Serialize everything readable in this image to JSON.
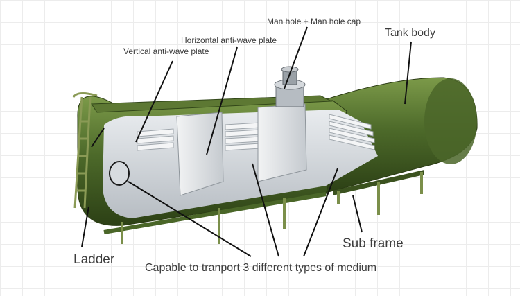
{
  "labels": {
    "manhole": "Man hole + Man hole cap",
    "horizontal_plate": "Horizontal anti-wave plate",
    "vertical_plate": "Vertical anti-wave plate",
    "tank_body": "Tank body",
    "sub_frame": "Sub frame",
    "ladder": "Ladder",
    "medium": "Capable to tranport 3 different types of medium"
  },
  "colors": {
    "tank_green": "#3f5a22",
    "tank_green_light": "#6e8a3e",
    "interior": "#d9dde1",
    "leader_line": "#111111"
  }
}
